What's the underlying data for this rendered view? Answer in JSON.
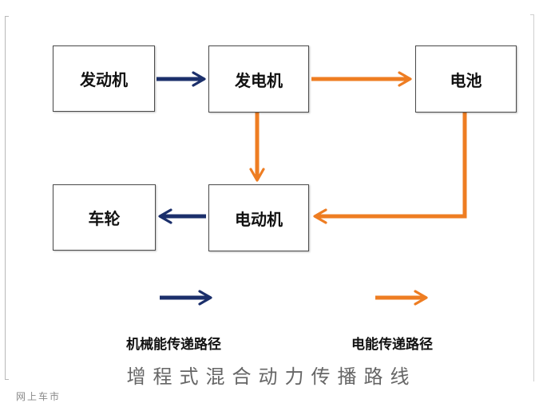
{
  "nodes": {
    "engine": "发动机",
    "generator": "发电机",
    "battery": "电池",
    "wheels": "车轮",
    "motor": "电动机"
  },
  "legend": {
    "mechanical_label": "机械能传递路径",
    "electrical_label": "电能传递路径"
  },
  "caption": "增程式混合动力传播路线",
  "watermark": "网上车市",
  "colors": {
    "mechanical": "#1b2f6b",
    "electrical": "#ee7d22"
  }
}
